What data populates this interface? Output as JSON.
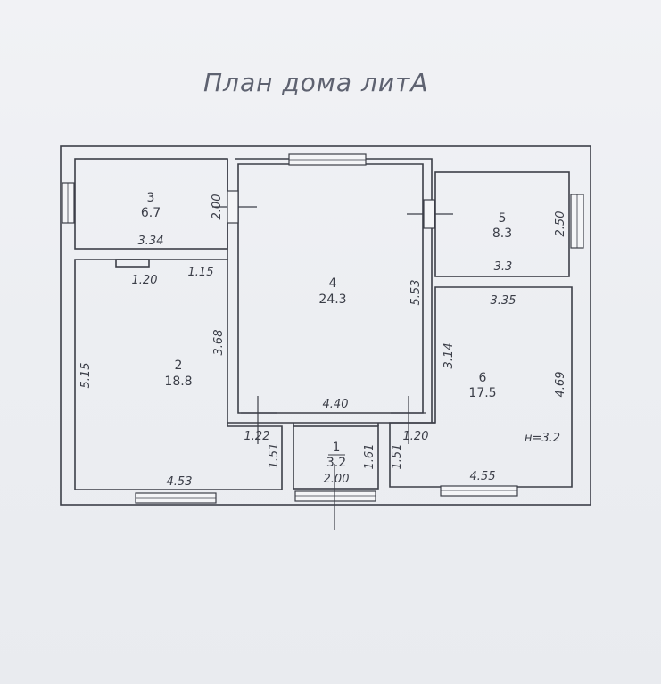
{
  "title": "План дома литА",
  "rooms": [
    {
      "id": "1",
      "area": "3.2"
    },
    {
      "id": "2",
      "area": "18.8"
    },
    {
      "id": "3",
      "area": "6.7"
    },
    {
      "id": "4",
      "area": "24.3"
    },
    {
      "id": "5",
      "area": "8.3"
    },
    {
      "id": "6",
      "area": "17.5"
    }
  ],
  "dimensions": {
    "r3_height": "2.00",
    "r3_width": "3.34",
    "r2_top_left": "1.20",
    "r2_top_right": "1.15",
    "r2_left_height": "5.15",
    "r2_right_height": "3.68",
    "r2_bottom": "4.53",
    "r2_step_width": "1.22",
    "r2_step_height": "1.51",
    "r4_right_height": "5.53",
    "r4_bottom": "4.40",
    "r5_height": "2.50",
    "r5_width": "3.3",
    "r6_top": "3.35",
    "r6_left_height": "3.14",
    "r6_right_height": "4.69",
    "r6_step_width": "1.20",
    "r6_step_height": "1.51",
    "r6_bottom": "4.55",
    "r1_height": "1.61",
    "r1_width": "2.00"
  },
  "ceiling_height": "н=3.2"
}
